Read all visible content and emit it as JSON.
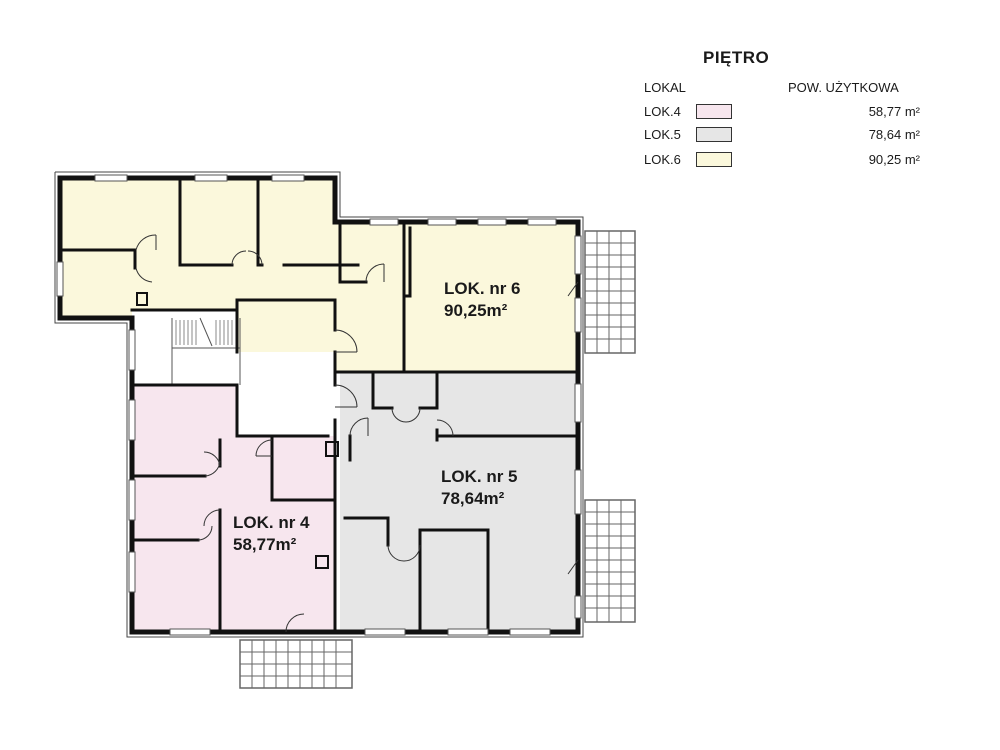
{
  "legend": {
    "title": "PIĘTRO",
    "col_unit": "LOKAL",
    "col_area": "POW. UŻYTKOWA",
    "rows": [
      {
        "unit": "LOK.4",
        "area": "58,77 m²",
        "color": "#f7e6ee"
      },
      {
        "unit": "LOK.5",
        "area": "78,64 m²",
        "color": "#e6e6e6"
      },
      {
        "unit": "LOK.6",
        "area": "90,25 m²",
        "color": "#fbf8dc"
      }
    ]
  },
  "units": {
    "lok6": {
      "name": "LOK. nr 6",
      "area": "90,25m²"
    },
    "lok5": {
      "name": "LOK. nr 5",
      "area": "78,64m²"
    },
    "lok4": {
      "name": "LOK. nr 4",
      "area": "58,77m²"
    }
  },
  "colors": {
    "wall": "#111111",
    "balcony_line": "#666666",
    "lok4": "#f7e6ee",
    "lok5": "#e6e6e6",
    "lok6": "#fbf8dc"
  }
}
